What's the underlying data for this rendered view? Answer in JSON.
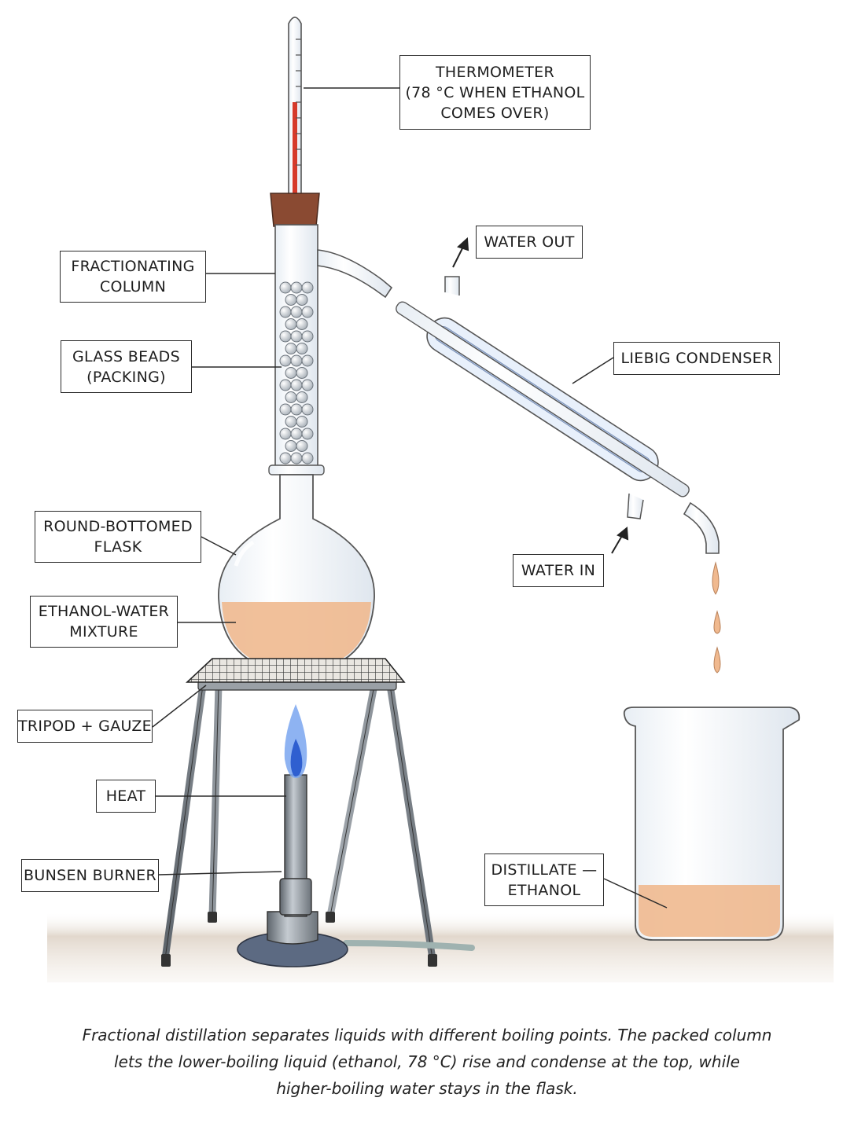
{
  "labels": {
    "thermometer": [
      "THERMOMETER",
      "(78 °C WHEN ETHANOL",
      "COMES OVER)"
    ],
    "water_out": [
      "WATER OUT"
    ],
    "fractionating_column": [
      "FRACTIONATING",
      "COLUMN"
    ],
    "glass_beads": [
      "GLASS BEADS",
      "(PACKING)"
    ],
    "liebig_condenser": [
      "LIEBIG CONDENSER"
    ],
    "round_bottomed_flask": [
      "ROUND-BOTTOMED",
      "FLASK"
    ],
    "water_in": [
      "WATER IN"
    ],
    "ethanol_water_mixture": [
      "ETHANOL-WATER",
      "MIXTURE"
    ],
    "tripod_gauze": [
      "TRIPOD + GAUZE"
    ],
    "heat": [
      "HEAT"
    ],
    "bunsen_burner": [
      "BUNSEN BURNER"
    ],
    "distillate": [
      "DISTILLATE —",
      "ETHANOL"
    ]
  },
  "caption": [
    "Fractional distillation separates liquids with different boiling points. The packed column",
    "lets the lower-boiling liquid (ethanol, 78 °C) rise and condense at the top, while",
    "higher-boiling water stays in the flask."
  ],
  "colors": {
    "liquid": "#f0b98f",
    "mercury": "#d63a2a",
    "cork": "#8a4a32",
    "coolant": "#bcd0ee",
    "flame_outer": "#7aa6f0",
    "flame_inner": "#2f5fd0",
    "metal": "#8a9198",
    "bench": "#d9cfc4"
  }
}
